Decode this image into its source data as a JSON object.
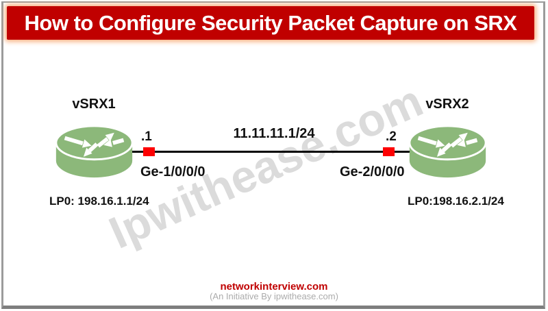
{
  "title": {
    "text": "How to Configure Security Packet Capture on SRX",
    "bg_color": "#c00000",
    "text_color": "#ffffff"
  },
  "diagram": {
    "router_color": "#8cb87a",
    "devices": [
      {
        "name": "vSRX1",
        "ip_suffix": ".1",
        "interface": "Ge-1/0/0/0",
        "loopback": "LP0: 198.16.1.1/24"
      },
      {
        "name": "vSRX2",
        "ip_suffix": ".2",
        "interface": "Ge-2/0/0/0",
        "loopback": "LP0:198.16.2.1/24"
      }
    ],
    "link": {
      "subnet": "11.11.11.1/24",
      "line_color": "#000000",
      "endpoint_color": "#fd0002"
    }
  },
  "watermark": {
    "text": "Ipwithease.com",
    "color": "#dbdbdb"
  },
  "footer": {
    "site": "networkinterview.com",
    "site_color": "#c00000",
    "tagline": "(An Initiative By ipwithease.com)",
    "tagline_color": "#ababab"
  }
}
